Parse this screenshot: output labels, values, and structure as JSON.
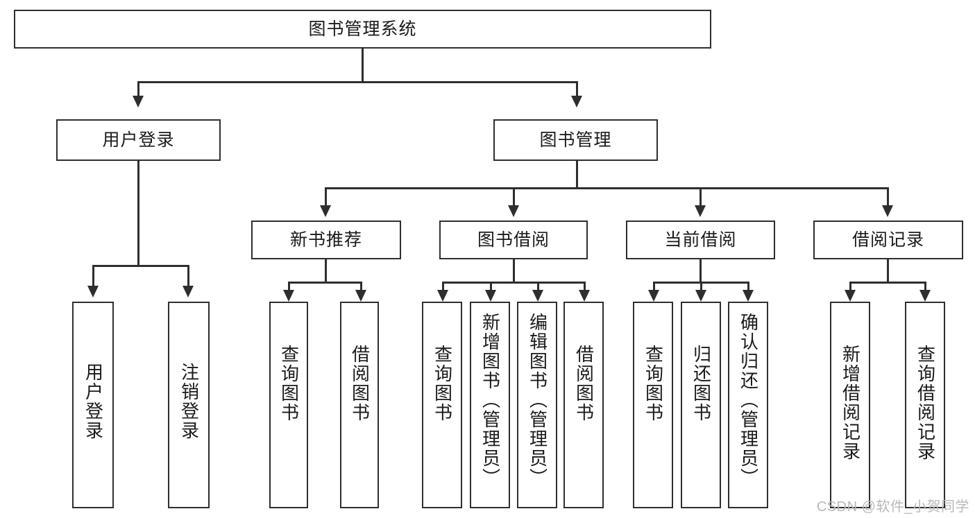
{
  "diagram": {
    "title": "图书管理系统",
    "type": "functional-structure-tree",
    "root": {
      "label": "图书管理系统"
    },
    "level2": [
      {
        "label": "用户登录"
      },
      {
        "label": "图书管理"
      }
    ],
    "level3": [
      {
        "label": "新书推荐"
      },
      {
        "label": "图书借阅"
      },
      {
        "label": "当前借阅"
      },
      {
        "label": "借阅记录"
      }
    ],
    "leaves": {
      "user_login": [
        {
          "label": "用户登录"
        },
        {
          "label": "注销登录"
        }
      ],
      "new_book_recommend": [
        {
          "label": "查询图书"
        },
        {
          "label": "借阅图书"
        }
      ],
      "book_borrow": [
        {
          "label": "查询图书"
        },
        {
          "label": "新增图书（管理员）"
        },
        {
          "label": "编辑图书（管理员）"
        },
        {
          "label": "借阅图书"
        }
      ],
      "current_borrow": [
        {
          "label": "查询图书"
        },
        {
          "label": "归还图书"
        },
        {
          "label": "确认归还（管理员）"
        }
      ],
      "borrow_record": [
        {
          "label": "新增借阅记录"
        },
        {
          "label": "查询借阅记录"
        }
      ]
    }
  },
  "watermark": {
    "text": "CSDN @软件_小贺同学"
  },
  "colors": {
    "stroke": "#2e2e2e",
    "fill": "#ffffff",
    "text": "#1a1a1a",
    "watermark": "#b9b9b9"
  }
}
